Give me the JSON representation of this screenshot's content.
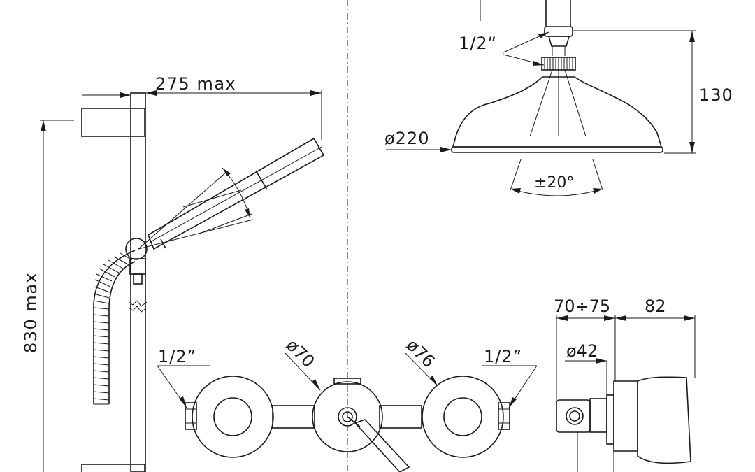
{
  "dimensions": {
    "arm_max": "275 max",
    "bar_height_max": "830 max",
    "top_thread": "1/2”",
    "head_height": "130",
    "head_diameter": "ø220",
    "tilt": "±20°",
    "left_thread": "1/2”",
    "right_thread": "1/2”",
    "center_diameter": "ø70",
    "right_diameter": "ø76",
    "depth_range": "70÷75",
    "handle_depth": "82",
    "stem_diameter": "ø42"
  },
  "colors": {
    "line": "#1a1a1a",
    "background": "#ffffff"
  }
}
